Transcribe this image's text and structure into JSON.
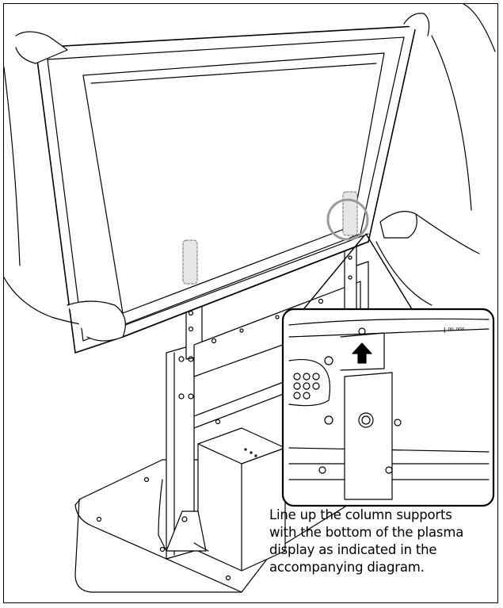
{
  "caption": {
    "lines": [
      "Line up the column supports",
      "with the bottom of the plasma",
      "display as indicated in the",
      "accompanying diagram."
    ]
  },
  "colors": {
    "line": "#000000",
    "highlight_circle": "#9a9a9a",
    "guide_fill": "#e6e6e6"
  },
  "icons": {
    "arrow": "up-arrow-icon",
    "callout": "magnify-callout"
  }
}
